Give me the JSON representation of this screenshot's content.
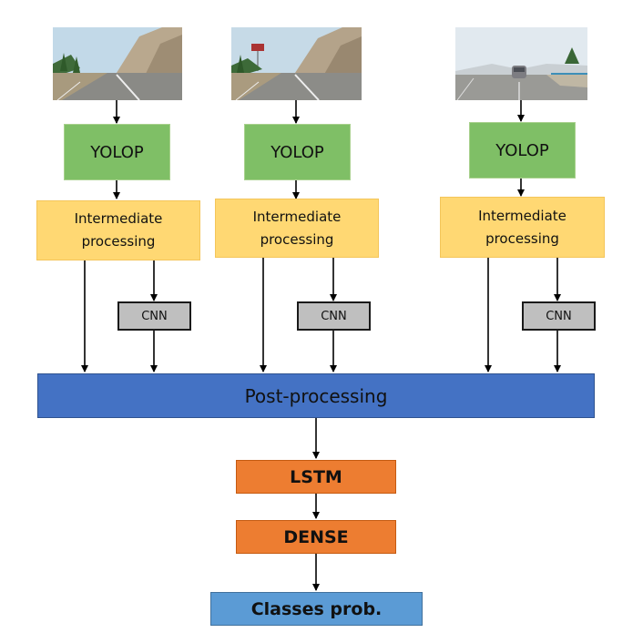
{
  "columns": [
    {
      "image": {
        "icon": "road-scene-image",
        "sky": "#bfd6e6",
        "variant": "mountain-road"
      },
      "detector_label": "YOLOP",
      "processing_label_line1": "Intermediate",
      "processing_label_line2": "processing",
      "cnn_label": "CNN"
    },
    {
      "image": {
        "icon": "road-scene-image",
        "sky": "#c4d8e6",
        "variant": "mountain-road-sign"
      },
      "detector_label": "YOLOP",
      "processing_label_line1": "Intermediate",
      "processing_label_line2": "processing",
      "cnn_label": "CNN"
    },
    {
      "image": {
        "icon": "road-scene-image",
        "sky": "#dfe8ee",
        "variant": "coastal-road-car"
      },
      "detector_label": "YOLOP",
      "processing_label_line1": "Intermediate",
      "processing_label_line2": "processing",
      "cnn_label": "CNN"
    }
  ],
  "post_processing_label": "Post-processing",
  "lstm_label": "LSTM",
  "dense_label": "DENSE",
  "output_label": "Classes prob.",
  "colors": {
    "yolop": "#7fbf66",
    "intermediate": "#ffd873",
    "cnn": "#bfbfbf",
    "post_processing": "#4472c4",
    "lstm_dense": "#ed7d31",
    "classes": "#5b9bd5",
    "arrow": "#000000"
  }
}
